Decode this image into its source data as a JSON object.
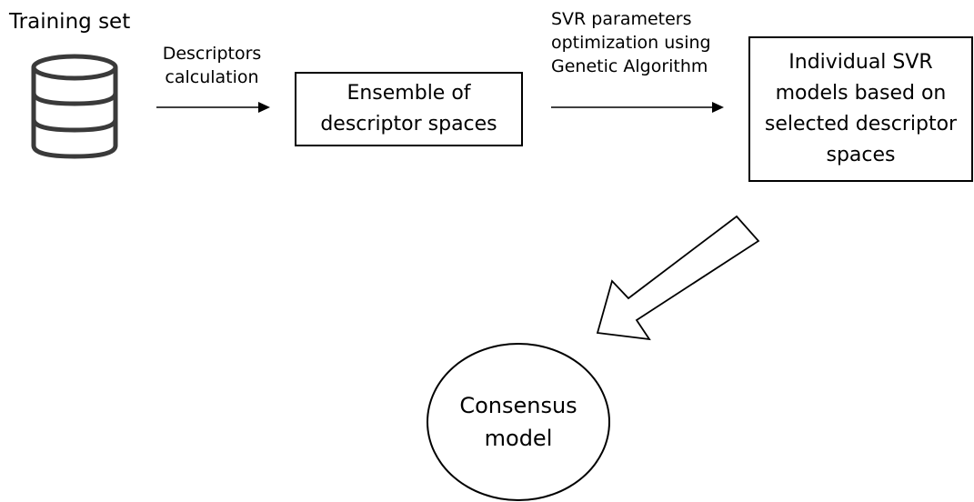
{
  "nodes": {
    "training_set": {
      "title": "Training set",
      "icon": "database-icon"
    },
    "ensemble": {
      "lines": [
        "Ensemble of",
        "descriptor spaces"
      ]
    },
    "individual_svr": {
      "lines": [
        "Individual SVR",
        "models based on",
        "selected descriptor",
        "spaces"
      ]
    },
    "consensus": {
      "lines": [
        "Consensus",
        "model"
      ]
    }
  },
  "edges": {
    "descriptors": {
      "lines": [
        "Descriptors",
        "calculation"
      ]
    },
    "optimization": {
      "lines": [
        "SVR parameters",
        "optimization using",
        "Genetic Algorithm"
      ]
    }
  },
  "colors": {
    "stroke": "#000000",
    "icon_stroke": "#3a3a3a",
    "background": "#ffffff"
  }
}
